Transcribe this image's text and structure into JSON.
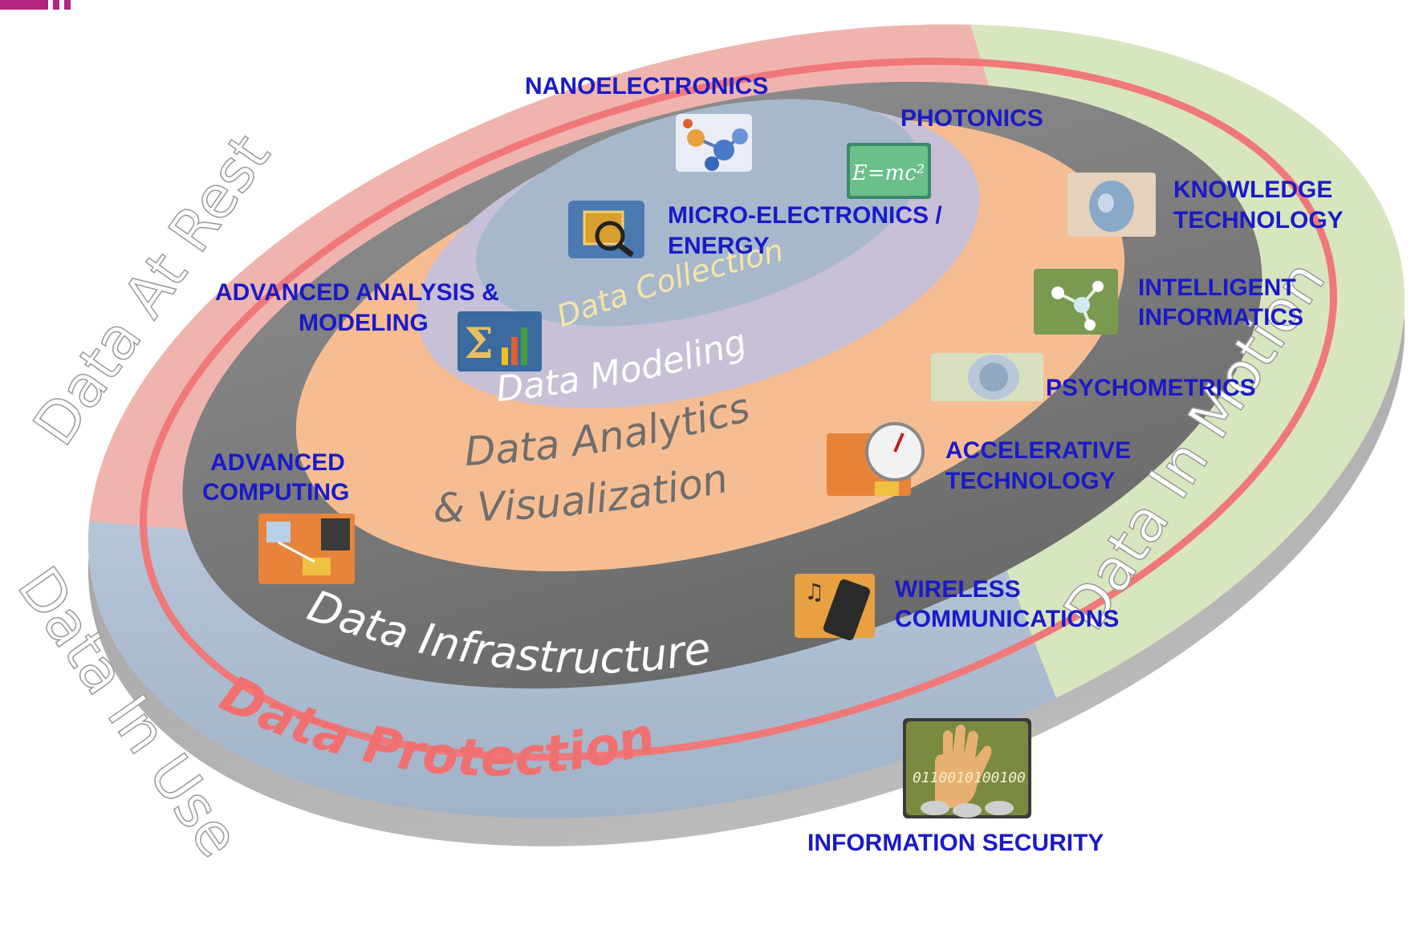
{
  "rings": {
    "collection": "Data Collection",
    "modeling": "Data Modeling",
    "analytics_line1": "Data Analytics",
    "analytics_line2": "& Visualization",
    "infrastructure": "Data Infrastructure",
    "protection": "Data Protection"
  },
  "states": {
    "at_rest": "Data At Rest",
    "in_motion": "Data In Motion",
    "in_use": "Data In Use"
  },
  "technologies": {
    "nanoelectronics": "NANOELECTRONICS",
    "photonics": "PHOTONICS",
    "micro_line1": "MICRO-ELECTRONICS /",
    "micro_line2": "ENERGY",
    "knowledge_line1": "KNOWLEDGE",
    "knowledge_line2": "TECHNOLOGY",
    "intelligent_line1": "INTELLIGENT",
    "intelligent_line2": "INFORMATICS",
    "psychometrics": "PSYCHOMETRICS",
    "advanced_analysis_line1": "ADVANCED ANALYSIS &",
    "advanced_analysis_line2": "MODELING",
    "accelerative_line1": "ACCELERATIVE",
    "accelerative_line2": "TECHNOLOGY",
    "advanced_computing_line1": "ADVANCED",
    "advanced_computing_line2": "COMPUTING",
    "wireless_line1": "WIRELESS",
    "wireless_line2": "COMMUNICATIONS",
    "information_security": "INFORMATION SECURITY"
  },
  "icon_texts": {
    "photonics_formula": "E=mc²",
    "security_binary": "0110010100100"
  },
  "colors": {
    "label_blue": "#1a1ac8",
    "protection_red": "#f07878",
    "analytics_orange": "#f7bd92",
    "infrastructure_gray": "#7a7a7a",
    "collection_blue": "#a7b8cc",
    "modeling_lavender": "#c7c0d6",
    "rest_pink": "#f0b4ae",
    "motion_green": "#d8e6c0",
    "use_blue": "#a9bdd2"
  }
}
